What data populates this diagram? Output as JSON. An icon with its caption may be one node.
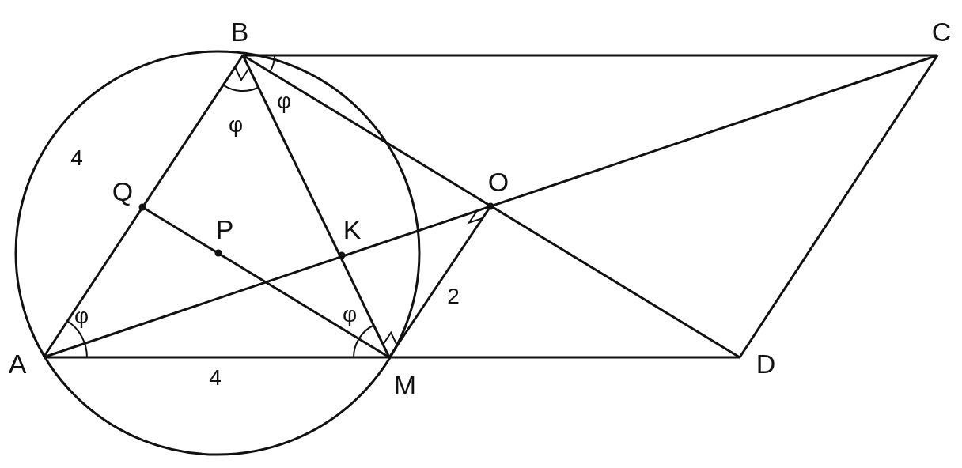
{
  "diagram": {
    "nodes": [
      {
        "text": [
          "B"
        ]
      },
      {
        "text": [
          "C"
        ]
      },
      {
        "text": [
          "O"
        ]
      },
      {
        "text": [
          "Q"
        ]
      },
      {
        "text": [
          "P"
        ]
      },
      {
        "text": [
          "K"
        ]
      },
      {
        "text": [
          "A"
        ]
      },
      {
        "text": [
          "M"
        ]
      },
      {
        "text": [
          "D"
        ]
      }
    ],
    "edges": [
      {
        "from": 0,
        "to": 1,
        "arrow": "none"
      },
      {
        "from": 0,
        "to": 6,
        "arrow": "none",
        "label": "4"
      },
      {
        "from": 0,
        "to": 7,
        "arrow": "none"
      },
      {
        "from": 0,
        "to": 8,
        "arrow": "none"
      },
      {
        "from": 1,
        "to": 8,
        "arrow": "none"
      },
      {
        "from": 1,
        "to": 6,
        "arrow": "none"
      },
      {
        "from": 6,
        "to": 7,
        "arrow": "none",
        "label": "4"
      },
      {
        "from": 7,
        "to": 8,
        "arrow": "none"
      },
      {
        "from": 7,
        "to": 2,
        "arrow": "none",
        "label": "2"
      },
      {
        "from": 3,
        "to": 7,
        "arrow": "none"
      }
    ],
    "labels": [
      "φ",
      "φ",
      "φ",
      "φ"
    ]
  }
}
